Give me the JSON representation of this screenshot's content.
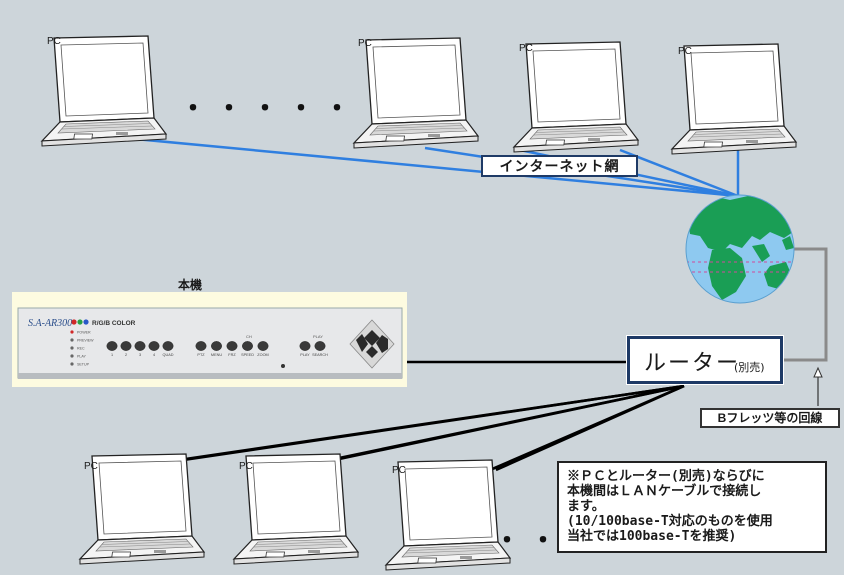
{
  "pc_label": "PC",
  "labels": {
    "internet": "インターネット網",
    "router_main": "ルーター",
    "router_sub": "(別売)",
    "line": "Bフレッツ等の回線",
    "device_title": "本機"
  },
  "note": "※ＰＣとルーター(別売)ならびに\n本機間はＬＡＮケーブルで接続し\nます。\n(10/100base-T対応のものを使用\n当社では100base-Tを推奨)",
  "device": {
    "brand": "S.A-AR300",
    "color_label": "R/G/B COLOR",
    "left_leds": [
      "POWER",
      "PREVIEW",
      "REC",
      "PLAY",
      "SETUP"
    ],
    "button_group_1": [
      "1",
      "2",
      "3",
      "4",
      "QUAD"
    ],
    "button_group_2": [
      "PTZ",
      "MENU",
      "FRZ",
      "SPEED",
      "ZOOM"
    ],
    "group_2_header": "CH",
    "button_group_3": [
      "PLAY",
      "SEARCH"
    ],
    "group_3_header": "PLAY"
  },
  "ellipsis_top": "・・・・・",
  "ellipsis_bottom": "・・・",
  "colors": {
    "background": "#cdd5da",
    "internet_line": "#2f7fe0",
    "lan_line": "#000000",
    "wan_line": "#8a8a8a",
    "box_border": "#1e3a66",
    "globe_ocean": "#8ec9f0",
    "globe_land": "#1a9e55"
  }
}
